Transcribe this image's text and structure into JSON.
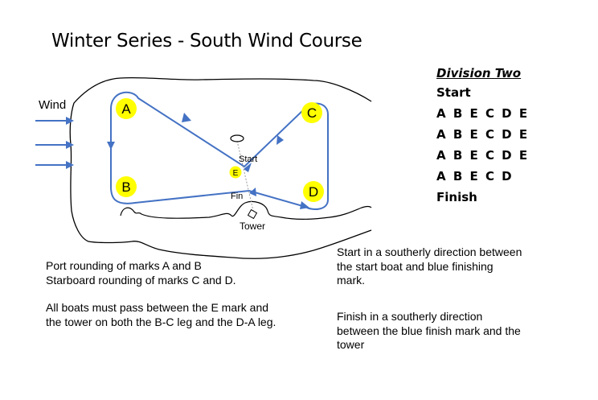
{
  "title": "Winter Series - South Wind Course",
  "division": {
    "heading": "Division Two",
    "lines": [
      "Start",
      "A B E C D E",
      "A B E C D E",
      "A B E C D E",
      "A B E C D",
      "Finish"
    ]
  },
  "diagram": {
    "wind_label": "Wind",
    "marks": [
      {
        "id": "A",
        "label": "A"
      },
      {
        "id": "B",
        "label": "B"
      },
      {
        "id": "C",
        "label": "C"
      },
      {
        "id": "D",
        "label": "D"
      },
      {
        "id": "E",
        "label": "E"
      }
    ],
    "start_label": "Start",
    "fin_label": "Fin",
    "tower_label": "Tower",
    "colors": {
      "course": "#4472C4",
      "mark_fill": "#FFFF00",
      "shore": "#000000"
    }
  },
  "notes": {
    "left_1": "Port rounding of marks A and B\nStarboard rounding of marks C and D.",
    "left_2": "All boats must pass between the E mark and\nthe tower on both the B-C leg and the D-A leg.",
    "right_1": "Start in a southerly direction between\nthe start boat and blue finishing\nmark.",
    "right_2": "Finish in a southerly direction\nbetween the blue finish mark and the\ntower"
  }
}
